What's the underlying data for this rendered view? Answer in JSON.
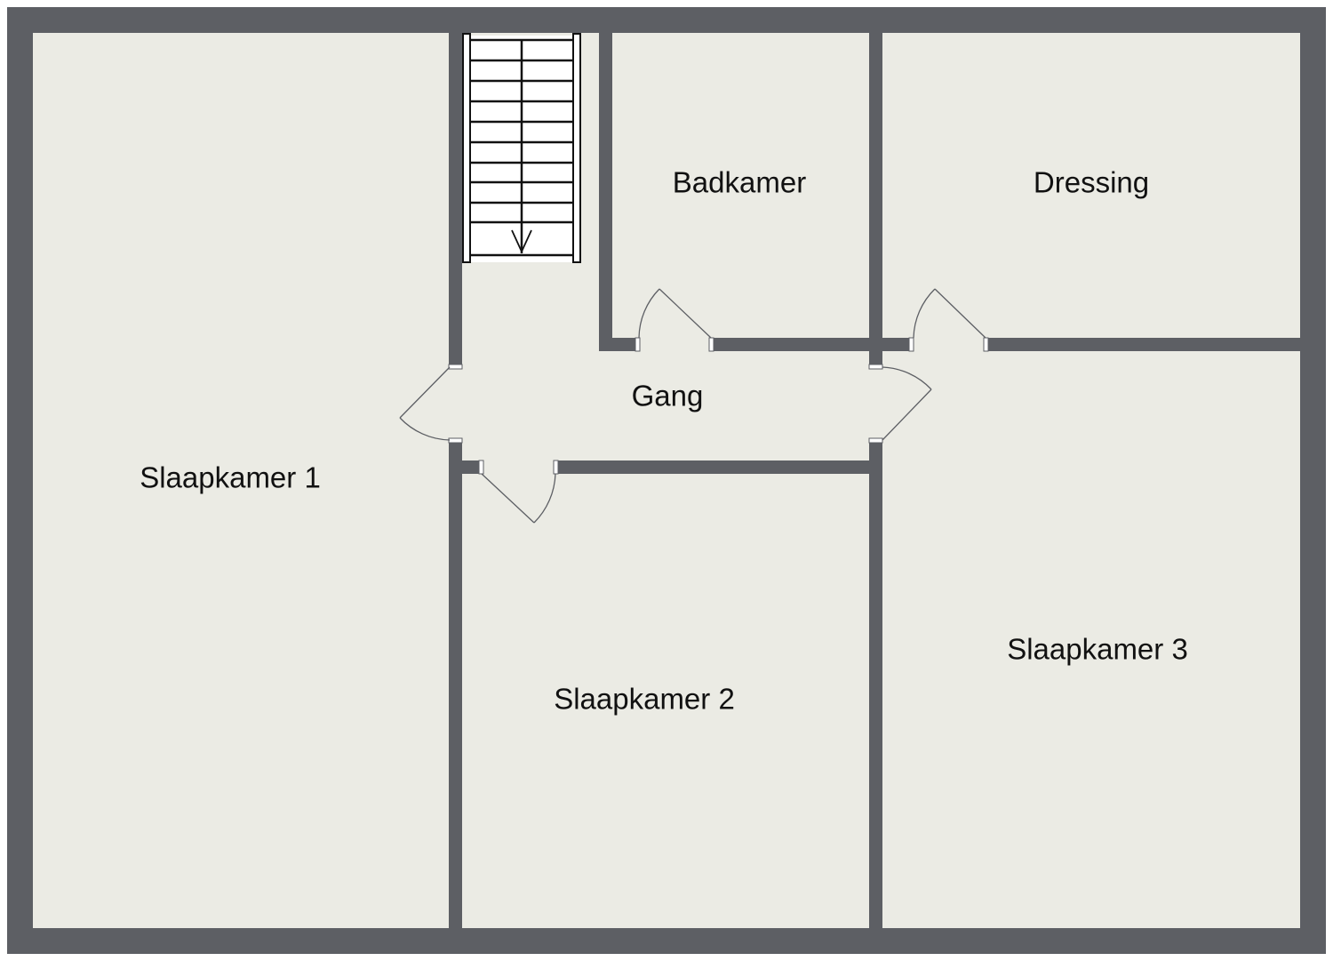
{
  "floorplan": {
    "colors": {
      "wall": "#5d5f64",
      "floor": "#ebebe4",
      "stairs": "#ffffff"
    },
    "rooms": {
      "slaapkamer1": "Slaapkamer 1",
      "slaapkamer2": "Slaapkamer 2",
      "slaapkamer3": "Slaapkamer 3",
      "badkamer": "Badkamer",
      "dressing": "Dressing",
      "gang": "Gang"
    },
    "stairs": {
      "icon": "arrow-down-icon",
      "direction": "down"
    }
  }
}
